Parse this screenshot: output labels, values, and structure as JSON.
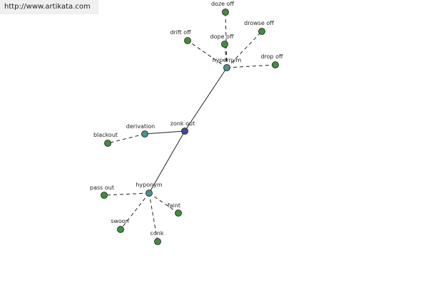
{
  "site": {
    "url_text": "http://www.artikata.com"
  },
  "colors": {
    "center_node": "#3b4a9a",
    "relation_node": "#4d8f94",
    "leaf_node": "#3f8f3a",
    "node_stroke": "#1a1a1a",
    "edge": "#222222"
  },
  "graph": {
    "center": {
      "id": "zonk-out",
      "label": "zonk out"
    },
    "relations": [
      {
        "id": "hypernym",
        "label": "hypernym"
      },
      {
        "id": "derivation",
        "label": "derivation"
      },
      {
        "id": "hyponym",
        "label": "hyponym"
      }
    ],
    "leaves": [
      {
        "id": "doze-off",
        "label": "doze off",
        "relation": "hypernym"
      },
      {
        "id": "dope-off",
        "label": "dope off",
        "relation": "hypernym"
      },
      {
        "id": "drift-off",
        "label": "drift off",
        "relation": "hypernym"
      },
      {
        "id": "drowse-off",
        "label": "drowse off",
        "relation": "hypernym"
      },
      {
        "id": "drop-off",
        "label": "drop off",
        "relation": "hypernym"
      },
      {
        "id": "blackout",
        "label": "blackout",
        "relation": "derivation"
      },
      {
        "id": "pass-out",
        "label": "pass out",
        "relation": "hyponym"
      },
      {
        "id": "faint",
        "label": "faint",
        "relation": "hyponym"
      },
      {
        "id": "swoon",
        "label": "swoon",
        "relation": "hyponym"
      },
      {
        "id": "conk",
        "label": "conk",
        "relation": "hyponym"
      }
    ]
  }
}
